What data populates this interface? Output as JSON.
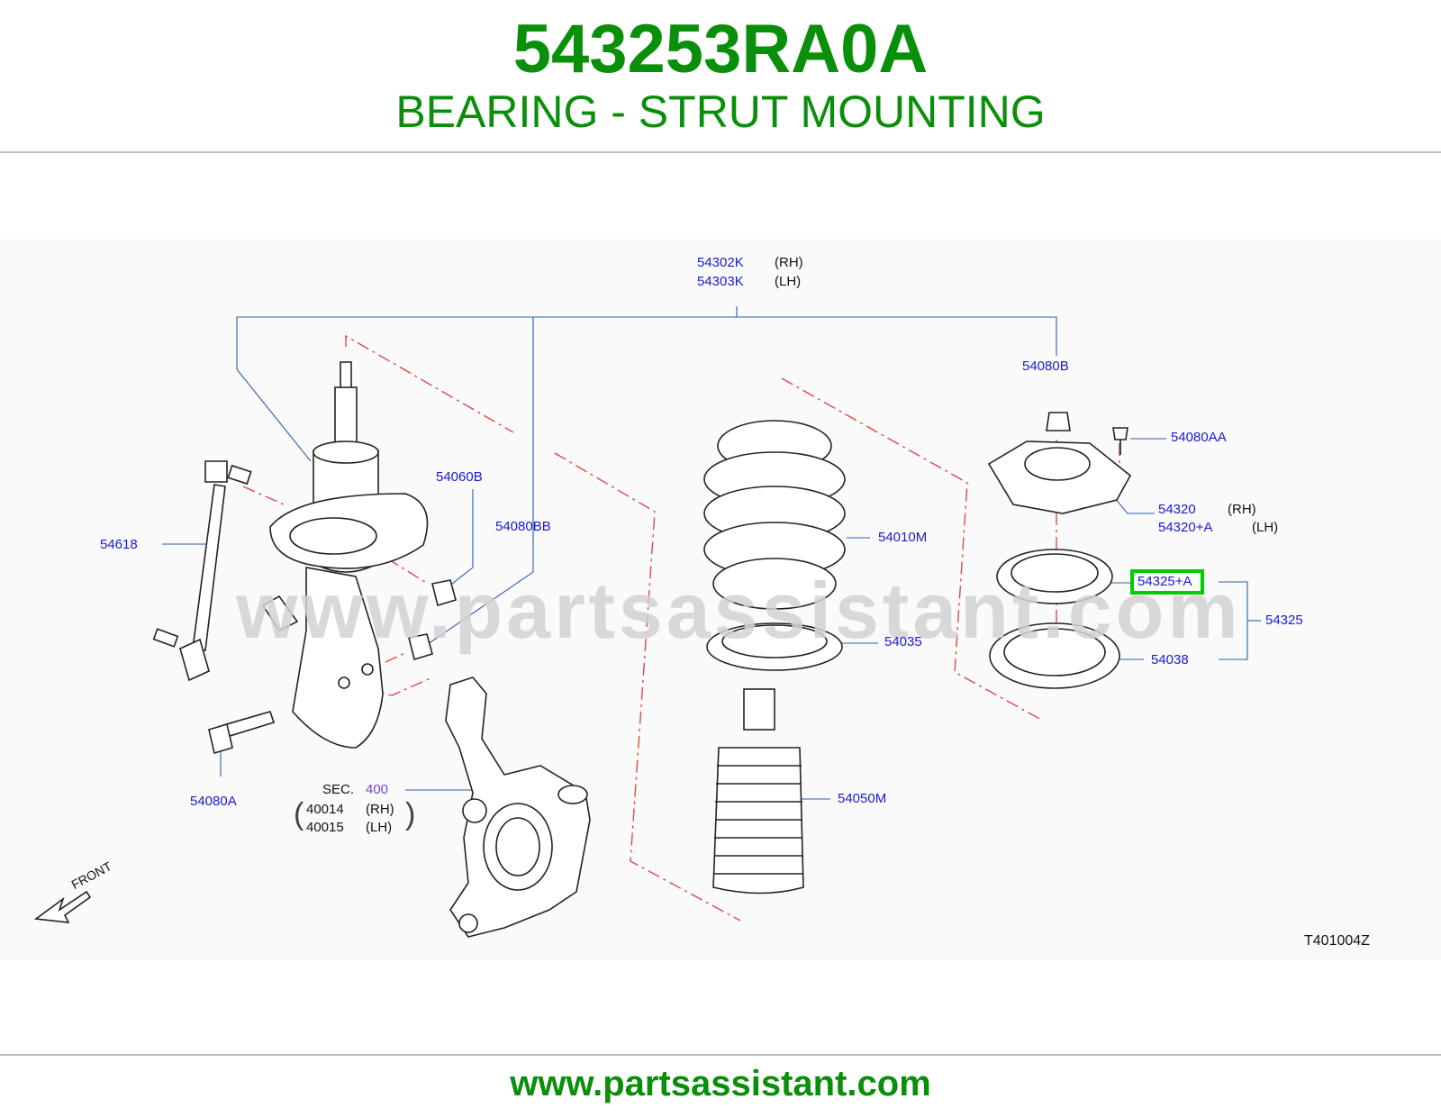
{
  "header": {
    "part_number": "543253RA0A",
    "part_name": "BEARING - STRUT MOUNTING"
  },
  "watermark": "www.partsassistant.com",
  "footer": {
    "url": "www.partsassistant.com"
  },
  "colors": {
    "brand_green": "#0a8f0a",
    "callout_blue": "#1a1ad0",
    "section_purple": "#7b3fd6",
    "leader_blue": "#2a5fb0",
    "dash_red": "#e04848",
    "highlight_green": "#00cc00"
  },
  "diagram": {
    "callouts": {
      "strut_rh": "54302K",
      "strut_rh_side": "(RH)",
      "strut_lh": "54303K",
      "strut_lh_side": "(LH)",
      "nut_top": "54080B",
      "bolt_top": "54080AA",
      "mount_rh": "54320",
      "mount_rh_side": "(RH)",
      "mount_lh": "54320+A",
      "mount_lh_side": "(LH)",
      "bearing_selected": "54325+A",
      "bearing_assy": "54325",
      "bearing_lower": "54038",
      "spring": "54010M",
      "spring_seat": "54035",
      "bound_bumper": "54050M",
      "nut_60b": "54060B",
      "nut_80bb": "54080BB",
      "stabilizer_link": "54618",
      "bolt_80a": "54080A",
      "sec_label": "SEC.",
      "sec_number": "400",
      "knuckle_rh": "40014",
      "knuckle_rh_side": "(RH)",
      "knuckle_lh": "40015",
      "knuckle_lh_side": "(LH)",
      "front": "FRONT",
      "drawing_id": "T401004Z"
    }
  }
}
